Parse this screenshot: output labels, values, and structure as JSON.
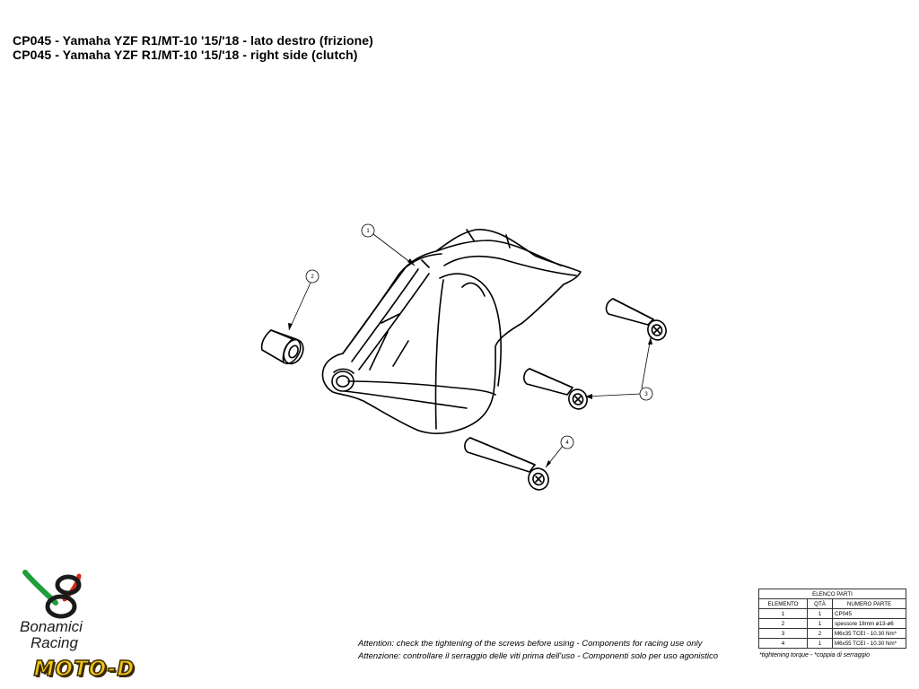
{
  "header": {
    "title_it": "CP045 - Yamaha YZF R1/MT-10 '15/'18 - lato destro (frizione)",
    "title_en": "CP045 - Yamaha YZF R1/MT-10 '15/'18 - right side (clutch)"
  },
  "callouts": [
    "1",
    "2",
    "3",
    "4"
  ],
  "brand": {
    "line1": "Bonamici",
    "line2": "Racing",
    "dealer": "MOTO-D",
    "colors": {
      "green": "#1f9e3a",
      "red": "#d8261c",
      "gold": "#f0c419"
    }
  },
  "notes": {
    "en": "Attention: check the tightening of the screws before using - Components for racing use only",
    "it": "Attenzione: controllare il serraggio delle viti prima dell'uso - Componenti solo per uso agonistico"
  },
  "parts_table": {
    "title": "ELENCO PARTI",
    "headers": [
      "ELEMENTO",
      "QTÀ",
      "NUMERO PARTE"
    ],
    "rows": [
      [
        "1",
        "1",
        "CP045"
      ],
      [
        "2",
        "1",
        "spessore 18mm ø13-ø6"
      ],
      [
        "3",
        "2",
        "M6x35 TCEI - 10.30 Nm*"
      ],
      [
        "4",
        "1",
        "M6x55 TCEI - 10.30 Nm*"
      ]
    ],
    "footnote": "*tightening torque - *coppia di serraggio"
  }
}
